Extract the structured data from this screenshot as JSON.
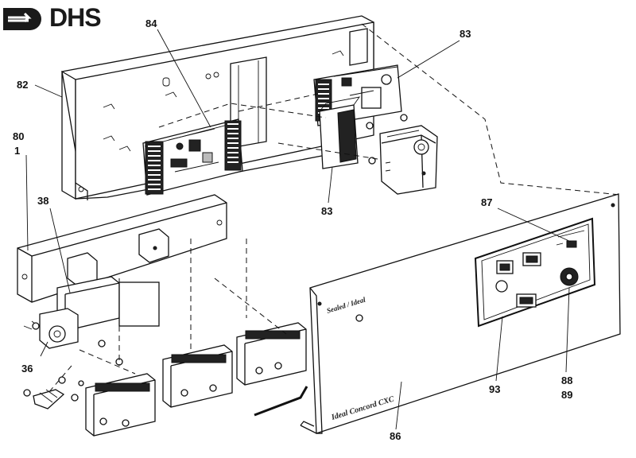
{
  "logo": {
    "text": "DHS",
    "icon": "dhs-logo-arrow-icon"
  },
  "callouts": {
    "c82": "82",
    "c84": "84",
    "c83_top": "83",
    "c83_bottom": "83",
    "c80": "80",
    "c1": "1",
    "c38": "38",
    "c36": "36",
    "c87": "87",
    "c93": "93",
    "c88": "88",
    "c89": "89",
    "c86": "86"
  },
  "panel_print": {
    "brand_small": "Sealed / Ideal",
    "model": "Ideal Concord CXC"
  }
}
